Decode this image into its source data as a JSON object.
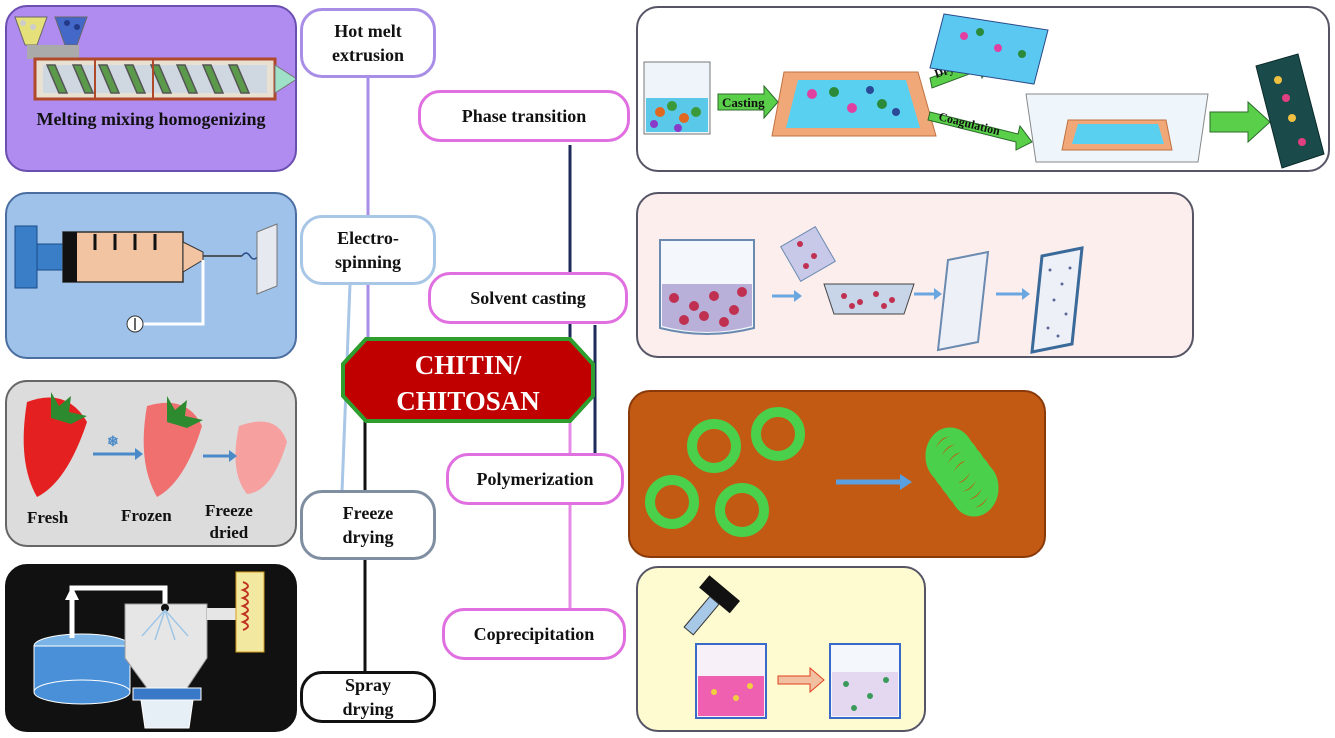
{
  "center": {
    "line1": "CHITIN/",
    "line2": "CHITOSAN",
    "fill": "#c00000",
    "border": "#2e9e2e"
  },
  "left_methods": [
    {
      "label": "Hot melt\nextrusion",
      "color": "#9b7fe0",
      "panel_bg": "#b08cf0"
    },
    {
      "label": "Electro-\nspinning",
      "color": "#8db5e0",
      "panel_bg": "#9fc2ea"
    },
    {
      "label": "Freeze\ndrying",
      "color": "#7f8ea0",
      "panel_bg": "#dcdcdc"
    },
    {
      "label": "Spray\ndrying",
      "color": "#111111",
      "panel_bg": "#111111"
    }
  ],
  "right_methods": [
    {
      "label": "Phase transition",
      "color": "#e070e0",
      "panel_bg": "#ffffff"
    },
    {
      "label": "Solvent casting",
      "color": "#e070e0",
      "panel_bg": "#fdeeee"
    },
    {
      "label": "Polymerization",
      "color": "#e070e0",
      "panel_bg": "#c25a14"
    },
    {
      "label": "Coprecipitation",
      "color": "#e070e0",
      "panel_bg": "#fffbd0"
    }
  ],
  "extrusion_panel": {
    "caption": "Melting mixing homogenizing"
  },
  "freeze_panel": {
    "fresh": "Fresh",
    "frozen": "Frozen",
    "freeze_dried": "Freeze\ndried"
  },
  "phase_panel": {
    "casting": "Casting",
    "drying": "Drying",
    "coagulation": "Coagulation"
  }
}
